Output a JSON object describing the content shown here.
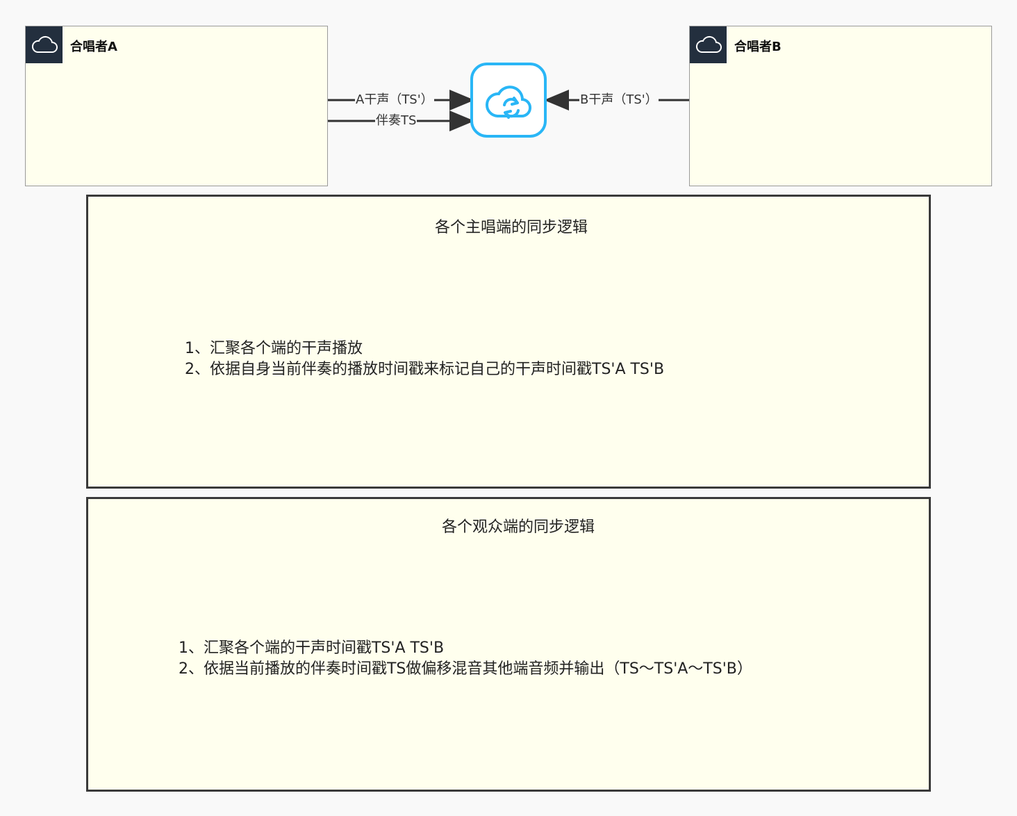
{
  "nodes": {
    "singer_a": {
      "title": "合唱者A",
      "icon": "cloud-icon"
    },
    "singer_b": {
      "title": "合唱者B",
      "icon": "cloud-icon"
    },
    "sync_service": {
      "icon": "cloud-sync-icon"
    }
  },
  "edges": {
    "a_vocal": "A干声（TS'）",
    "accompaniment": "伴奏TS",
    "b_vocal": "B干声（TS'）"
  },
  "panels": {
    "singers": {
      "title": "各个主唱端的同步逻辑",
      "lines": [
        "1、汇聚各个端的干声播放",
        "2、依据自身当前伴奏的播放时间戳来标记自己的干声时间戳TS'A TS'B"
      ]
    },
    "audience": {
      "title": "各个观众端的同步逻辑",
      "lines": [
        "1、汇聚各个端的干声时间戳TS'A TS'B",
        "2、依据当前播放的伴奏时间戳TS做偏移混音其他端音频并输出（TS～TS'A～TS'B）"
      ]
    }
  },
  "colors": {
    "group_fill": "#ffffee",
    "badge": "#232f3e",
    "sync_icon": "#29b6f6",
    "edge": "#333333"
  }
}
